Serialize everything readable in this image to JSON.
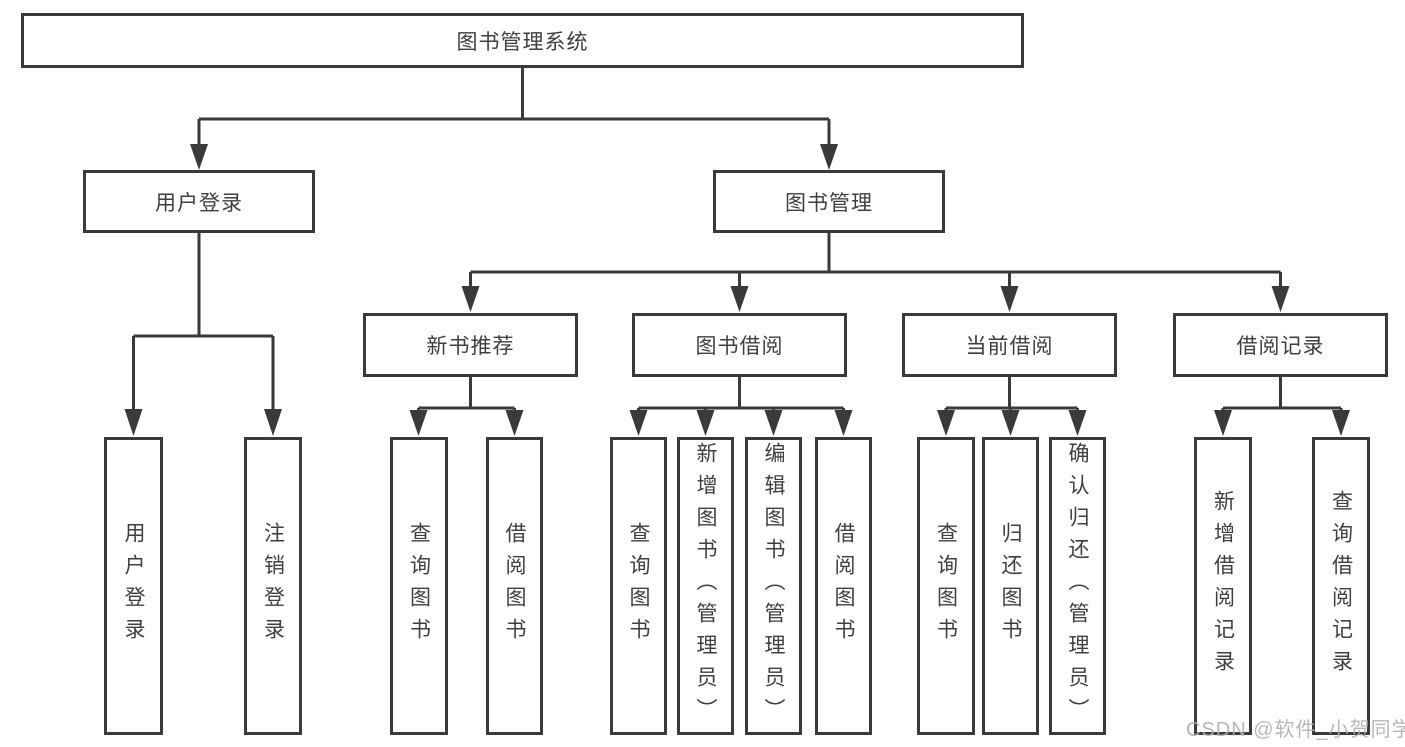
{
  "diagram_title": "图书管理系统",
  "structure": {
    "root": {
      "label": "图书管理系统",
      "children": [
        {
          "label": "用户登录",
          "children": [
            {
              "label": "用户登录"
            },
            {
              "label": "注销登录"
            }
          ]
        },
        {
          "label": "图书管理",
          "children": [
            {
              "label": "新书推荐",
              "children": [
                {
                  "label": "查询图书"
                },
                {
                  "label": "借阅图书"
                }
              ]
            },
            {
              "label": "图书借阅",
              "children": [
                {
                  "label": "查询图书"
                },
                {
                  "label": "新增图书（管理员）"
                },
                {
                  "label": "编辑图书（管理员）"
                },
                {
                  "label": "借阅图书"
                }
              ]
            },
            {
              "label": "当前借阅",
              "children": [
                {
                  "label": "查询图书"
                },
                {
                  "label": "归还图书"
                },
                {
                  "label": "确认归还（管理员）"
                }
              ]
            },
            {
              "label": "借阅记录",
              "children": [
                {
                  "label": "新增借阅记录"
                },
                {
                  "label": "查询借阅记录"
                }
              ]
            }
          ]
        }
      ]
    }
  },
  "watermark": "CSDN @软件_小贺同学",
  "colors": {
    "line": "#3a3a3a",
    "box_border": "#3a3a3a",
    "box_fill": "#ffffff",
    "text": "#3f3f3f",
    "watermark": "#b2b2b6"
  }
}
